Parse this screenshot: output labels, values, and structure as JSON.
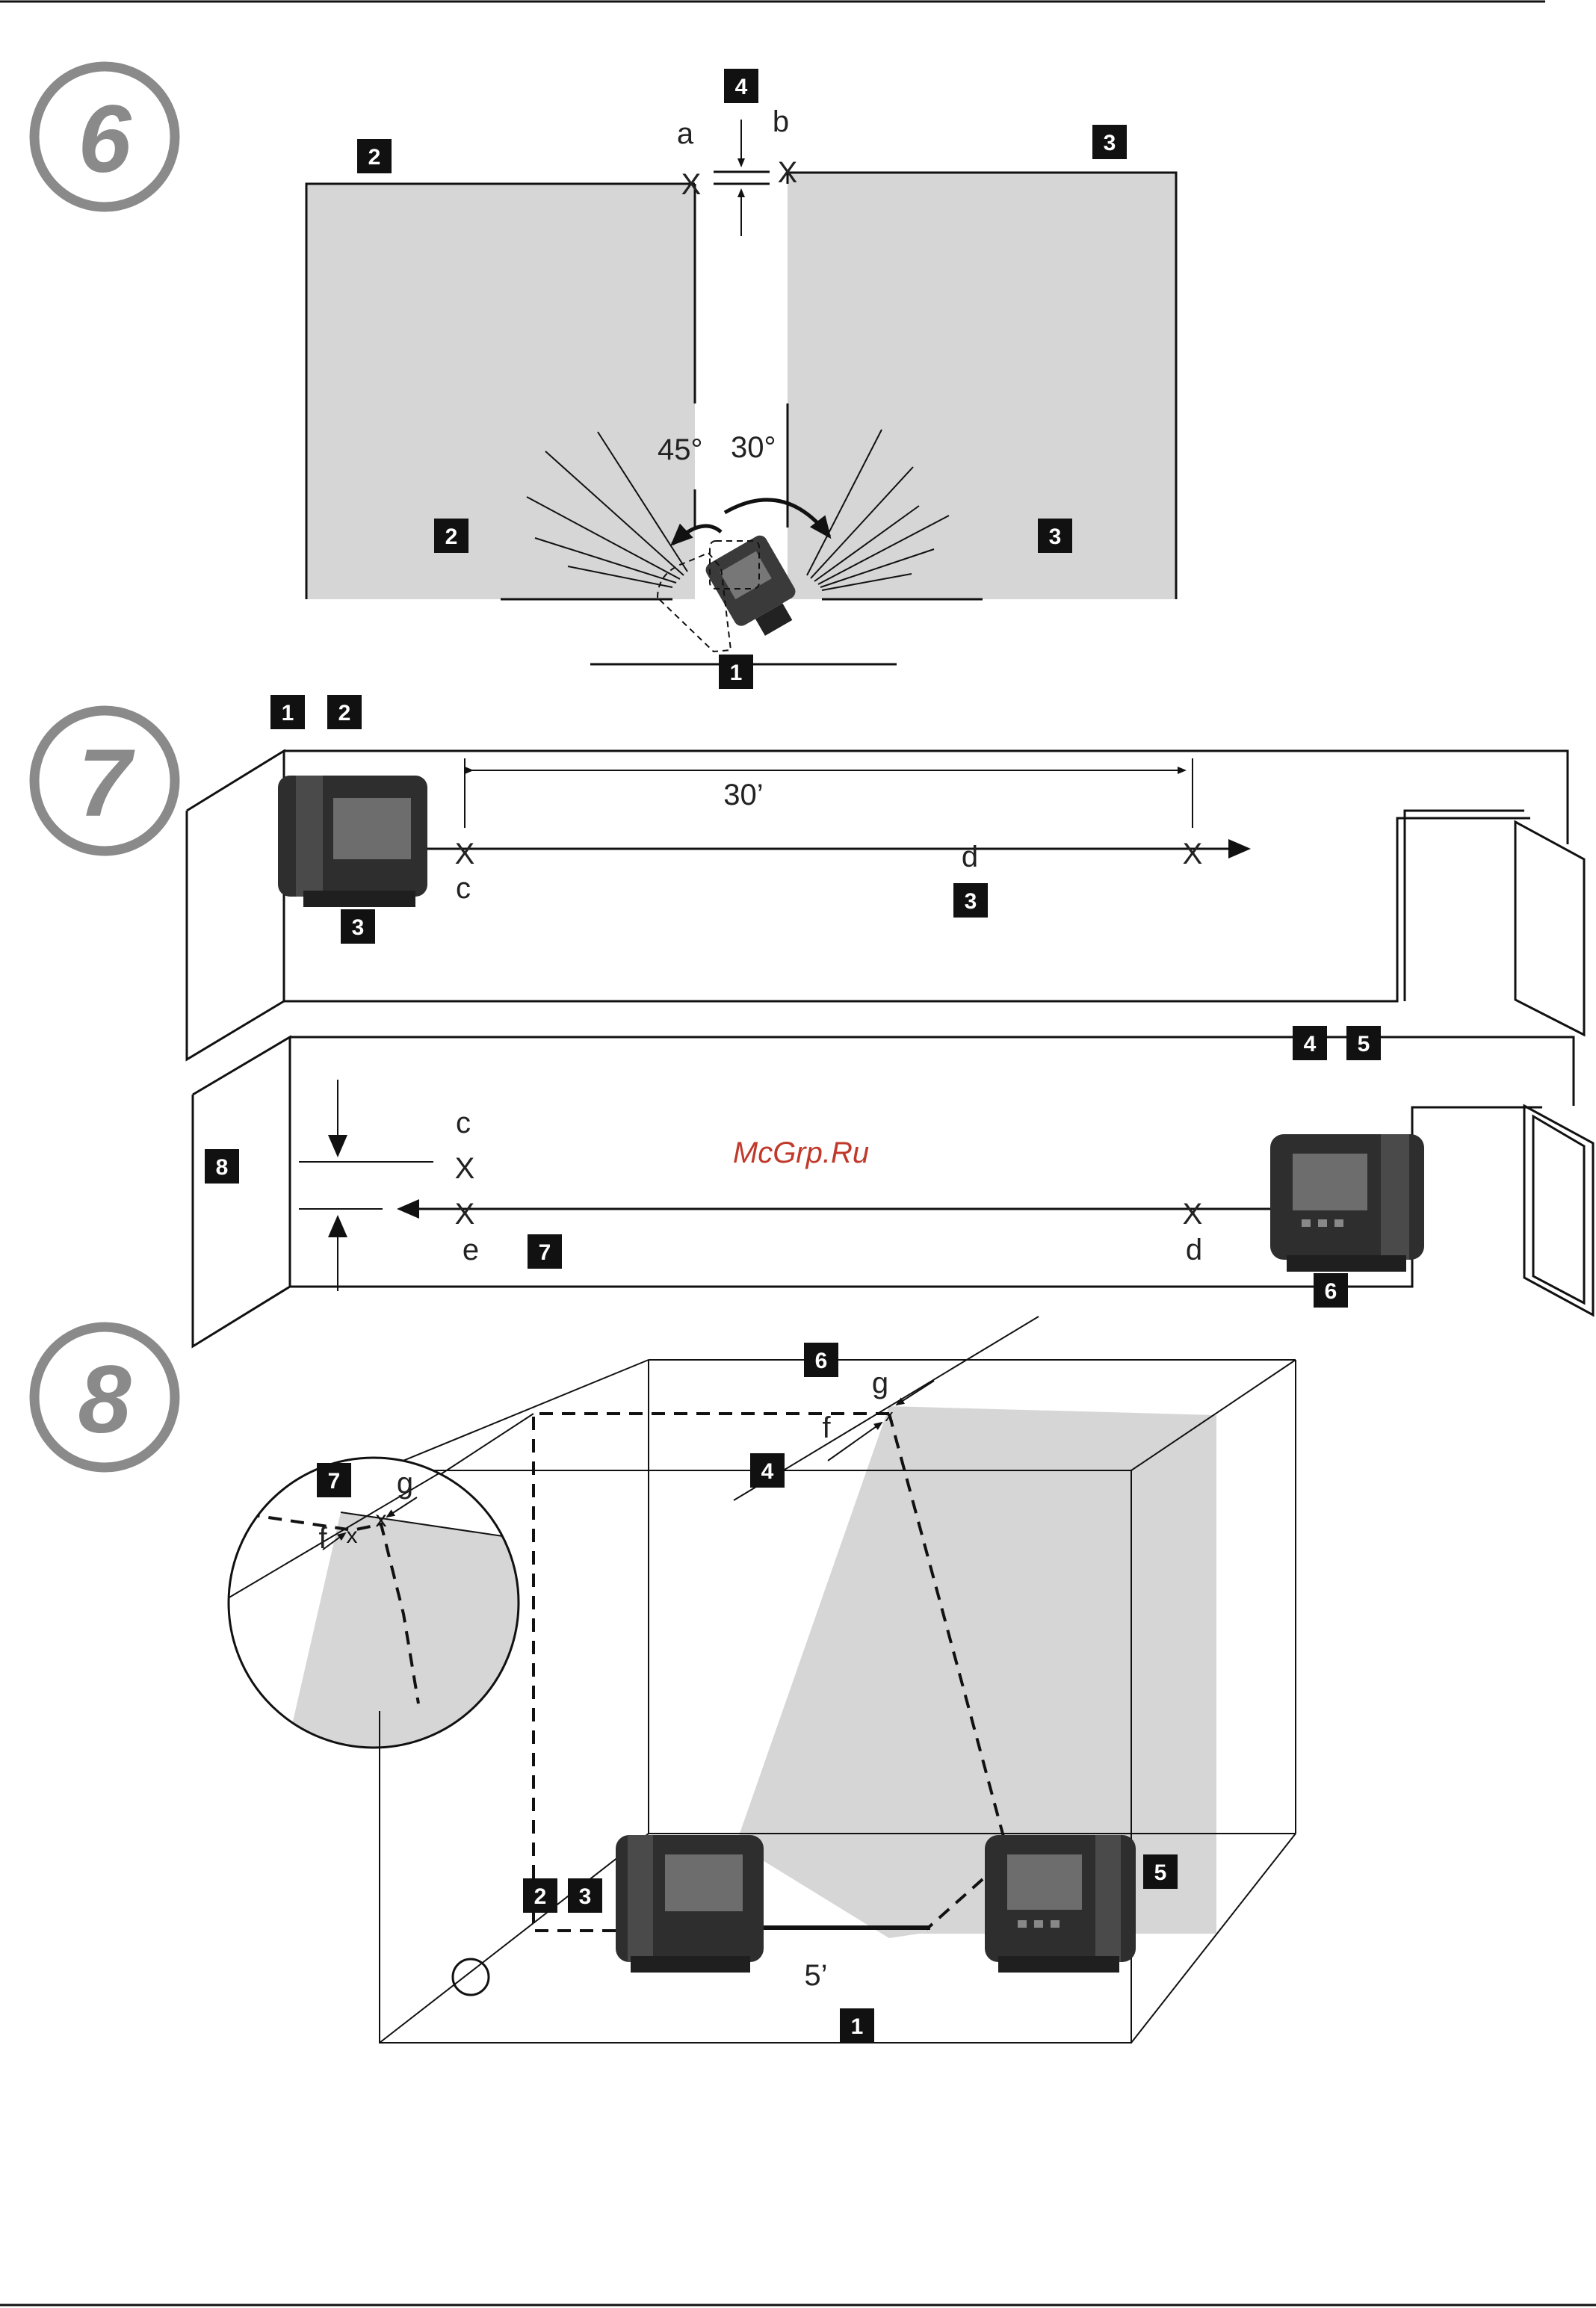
{
  "steps": {
    "s6": "6",
    "s7": "7",
    "s8": "8"
  },
  "fig6": {
    "marks": {
      "a": "a",
      "b": "b"
    },
    "angles": {
      "left": "45°",
      "right": "30°"
    },
    "badges": {
      "b2_top": "2",
      "b3_top": "3",
      "b4": "4",
      "b2_low": "2",
      "b3_low": "3",
      "b1": "1"
    }
  },
  "fig7": {
    "distance": "30’",
    "marks": {
      "c_top": "c",
      "d_top": "d",
      "c_low": "c",
      "e_low": "e",
      "d_low": "d"
    },
    "badges": {
      "b1": "1",
      "b2": "2",
      "b3_dev": "3",
      "b3_mid": "3",
      "b4": "4",
      "b5": "5",
      "b8": "8",
      "b7": "7",
      "b6": "6"
    },
    "watermark": "McGrp.Ru"
  },
  "fig8": {
    "distance": "5’",
    "marks": {
      "g_main": "g",
      "f_main": "f",
      "g_zoom": "g",
      "f_zoom": "f"
    },
    "badges": {
      "b6": "6",
      "b4": "4",
      "b7": "7",
      "b2": "2",
      "b3": "3",
      "b5": "5",
      "b1": "1"
    }
  },
  "colors": {
    "wall": "#d6d6d6",
    "ink": "#111111",
    "step_circle": "#8a8a8a",
    "badge": "#111111",
    "watermark": "#c0392b"
  }
}
